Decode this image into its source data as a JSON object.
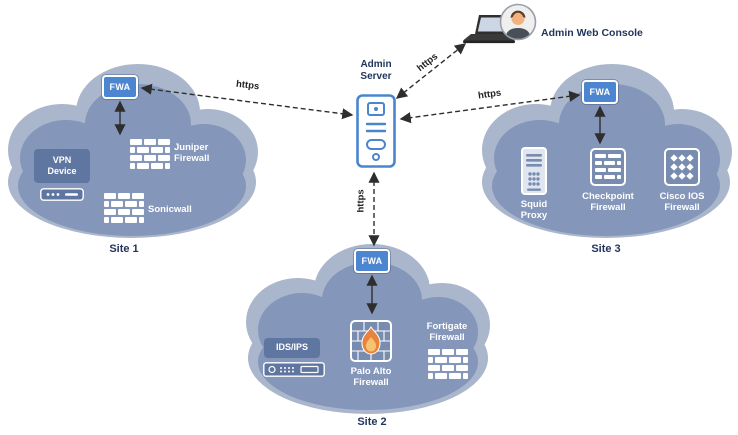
{
  "diagram": {
    "console_label": "Admin Web Console",
    "server_label": "Admin Server",
    "https_label": "https"
  },
  "sites": {
    "site1": {
      "name": "Site 1",
      "fwa_label": "FWA",
      "vpn_label": "VPN Device",
      "juniper_label": "Juniper Firewall",
      "sonicwall_label": "Sonicwall"
    },
    "site2": {
      "name": "Site 2",
      "fwa_label": "FWA",
      "ids_label": "IDS/IPS",
      "paloalto_label": "Palo Alto Firewall",
      "fortigate_label": "Fortigate Firewall"
    },
    "site3": {
      "name": "Site 3",
      "fwa_label": "FWA",
      "squid_label": "Squid Proxy",
      "checkpoint_label": "Checkpoint Firewall",
      "cisco_label": "Cisco IOS Firewall"
    }
  },
  "colors": {
    "cloud_light": "#a9b6cc",
    "cloud_dark": "#8496ba",
    "node_box": "#5f76a0",
    "fwa_blue": "#4c86d0",
    "server_blue": "#4a86ce",
    "arrow": "#2e2e2e",
    "label_navy": "#22365c",
    "flame_orange": "#e8833e"
  }
}
